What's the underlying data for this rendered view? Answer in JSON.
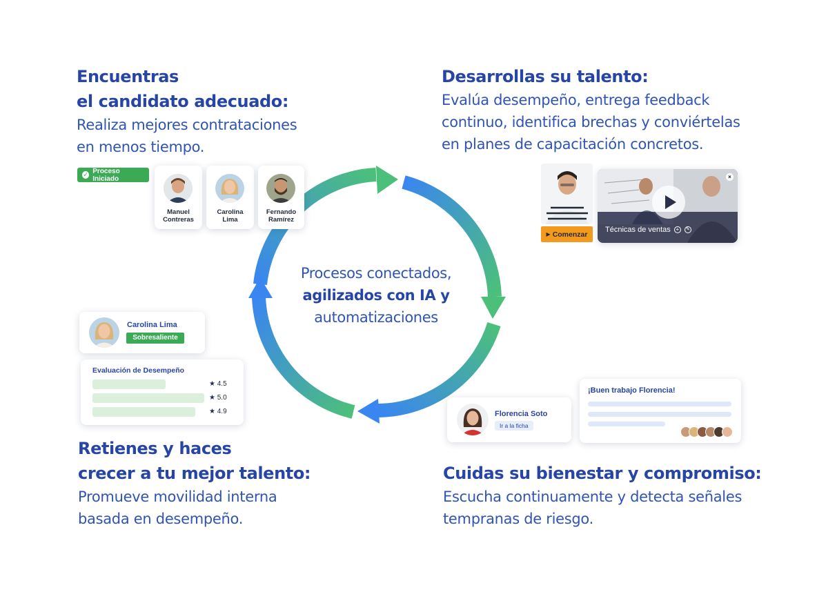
{
  "top_left": {
    "heading_line1": "Encuentras",
    "heading_line2": "el candidato adecuado:",
    "body_line1": "Realiza mejores contrataciones",
    "body_line2": "en menos tiempo.",
    "badge": "Proceso Iniciado",
    "candidates": [
      {
        "name_line1": "Manuel",
        "name_line2": "Contreras"
      },
      {
        "name_line1": "Carolina",
        "name_line2": "Lima"
      },
      {
        "name_line1": "Fernando",
        "name_line2": "Ramírez"
      }
    ]
  },
  "top_right": {
    "heading": "Desarrollas su talento:",
    "body_line1": "Evalúa desempeño, entrega feedback",
    "body_line2": "continuo, identifica brechas y conviértelas",
    "body_line3": "en planes de capacitación concretos.",
    "start_button": "Comenzar",
    "video_title": "Técnicas de ventas"
  },
  "center": {
    "line1": "Procesos conectados,",
    "line2": "agilizados con IA y",
    "line3": "automatizaciones"
  },
  "bottom_left": {
    "profile_name": "Carolina Lima",
    "profile_badge": "Sobresaliente",
    "eval_title": "Evaluación de Desempeño",
    "ratings": [
      {
        "value": 4.5,
        "label": "4.5"
      },
      {
        "value": 5.0,
        "label": "5.0"
      },
      {
        "value": 4.9,
        "label": "4.9"
      }
    ],
    "heading_line1": "Retienes y haces",
    "heading_line2": "crecer a tu mejor talento:",
    "body_line1": "Promueve movilidad interna",
    "body_line2": "basada en desempeño."
  },
  "bottom_right": {
    "profile_name": "Florencia Soto",
    "profile_link": "Ir a la ficha",
    "message_title": "¡Buen trabajo Florencia!",
    "heading": "Cuidas su bienestar y compromiso:",
    "body_line1": "Escucha continuamente y detecta señales",
    "body_line2": "tempranas de riesgo."
  },
  "colors": {
    "heading": "#2745a4",
    "body": "#2f54b2",
    "arrow_green": "#4cc07a",
    "arrow_blue": "#3a86f0",
    "badge_green": "#3aaa55",
    "start_orange": "#f39a1e",
    "video_dark": "#2a2f4a"
  }
}
